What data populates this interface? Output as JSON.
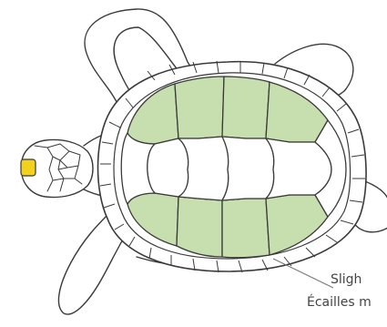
{
  "figure": {
    "type": "turtle-carapace-scute-diagram",
    "colors": {
      "outline": "#3a3a3a",
      "costal_scute_fill": "#c7dfae",
      "head_scute_highlight": "#f2d21f",
      "background": "#ffffff",
      "leader_line": "#777777"
    }
  },
  "callout": {
    "line1": "Sligh",
    "line2": "Écailles m"
  }
}
